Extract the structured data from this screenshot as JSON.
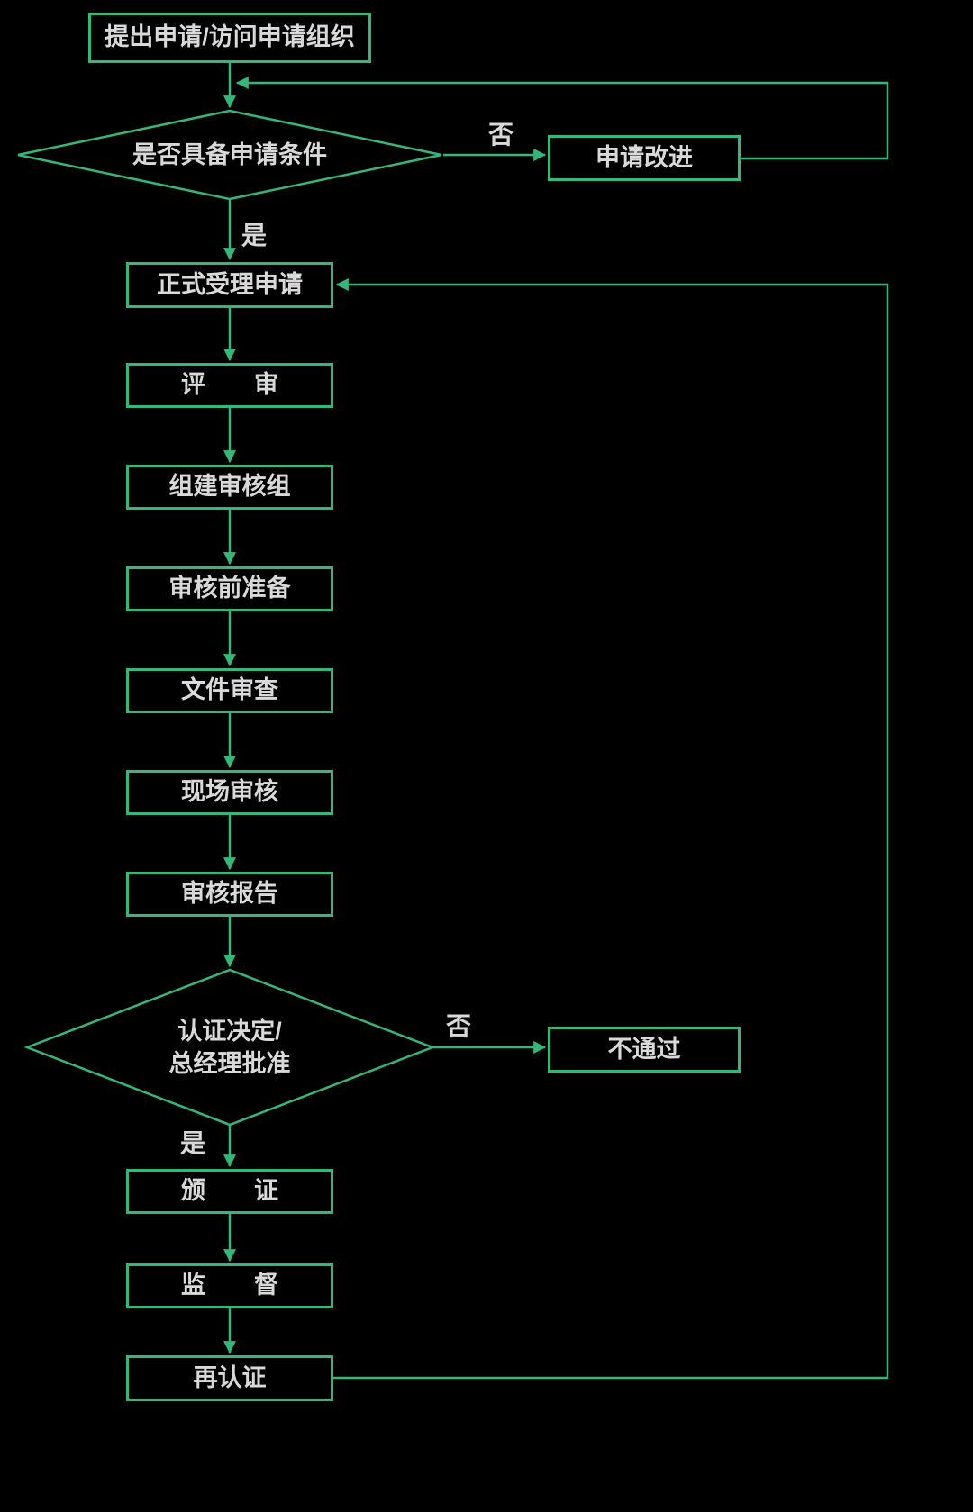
{
  "colors": {
    "accent": "#34b778",
    "text": "#d9d9d9",
    "bg": "#000000"
  },
  "nodes": {
    "apply": {
      "label": "提出申请/访问申请组织"
    },
    "cond": {
      "label": "是否具备申请条件"
    },
    "improve": {
      "label": "申请改进"
    },
    "accept": {
      "label": "正式受理申请"
    },
    "review": {
      "label": "评　　审"
    },
    "team": {
      "label": "组建审核组"
    },
    "prep": {
      "label": "审核前准备"
    },
    "doc": {
      "label": "文件审查"
    },
    "site": {
      "label": "现场审核"
    },
    "report": {
      "label": "审核报告"
    },
    "decide": {
      "label": "认证决定/\n总经理批准"
    },
    "fail": {
      "label": "不通过"
    },
    "cert": {
      "label": "颁　　证"
    },
    "supervise": {
      "label": "监　　督"
    },
    "recert": {
      "label": "再认证"
    }
  },
  "edge_labels": {
    "cond_no": "否",
    "cond_yes": "是",
    "decide_no": "否",
    "decide_yes": "是"
  }
}
